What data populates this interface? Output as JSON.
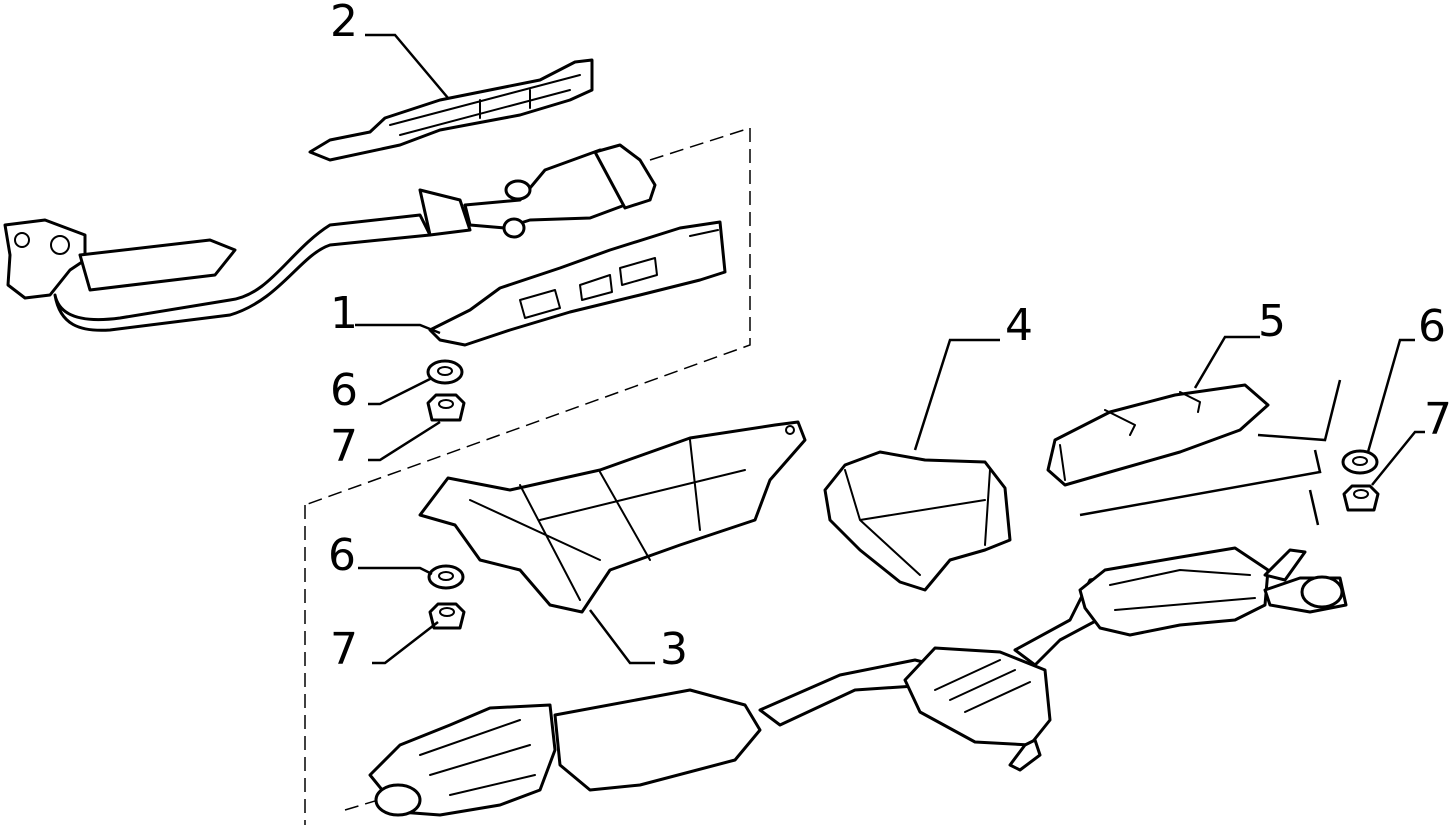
{
  "callouts": [
    {
      "id": "1",
      "label": "1"
    },
    {
      "id": "2",
      "label": "2"
    },
    {
      "id": "3",
      "label": "3"
    },
    {
      "id": "4",
      "label": "4"
    },
    {
      "id": "5",
      "label": "5"
    },
    {
      "id": "6a",
      "label": "6"
    },
    {
      "id": "7a",
      "label": "7"
    },
    {
      "id": "6b",
      "label": "6"
    },
    {
      "id": "7b",
      "label": "7"
    },
    {
      "id": "6c",
      "label": "6"
    },
    {
      "id": "7c",
      "label": "7"
    }
  ]
}
